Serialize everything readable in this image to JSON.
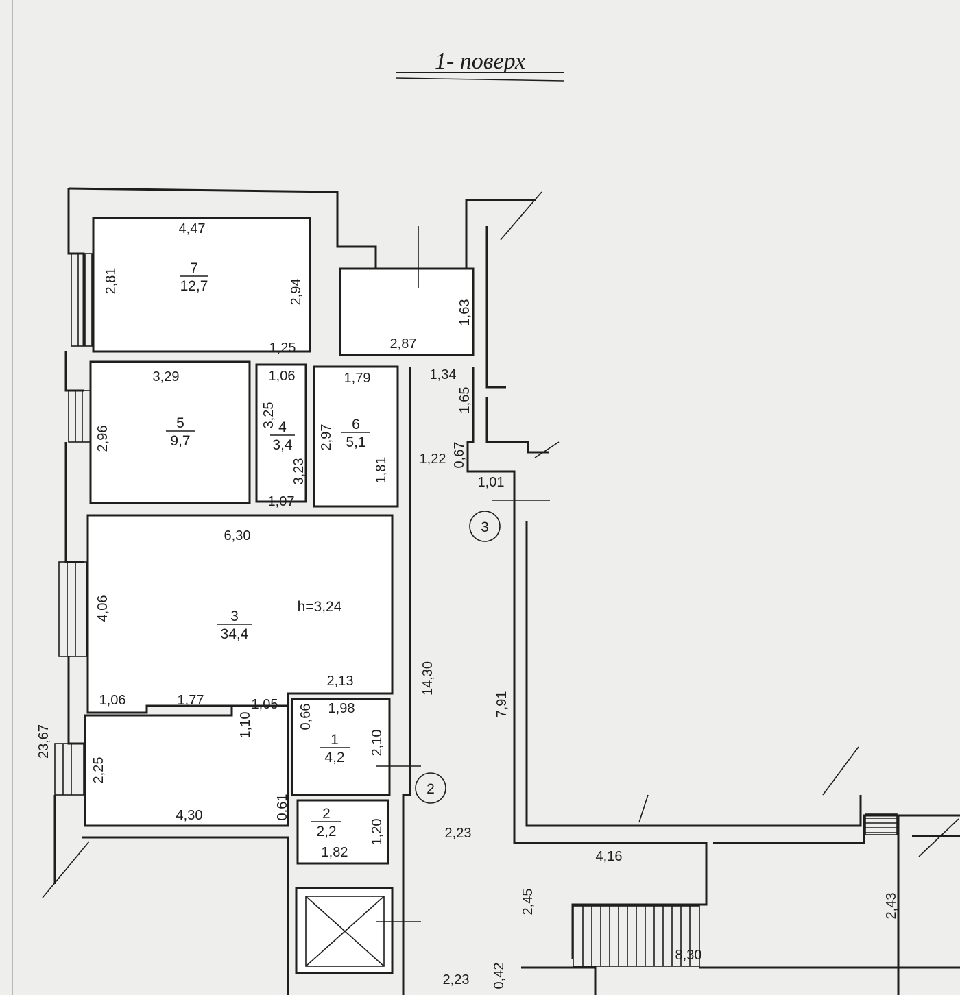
{
  "title": "1- поверх",
  "height_note": "h=3,24",
  "rooms": [
    {
      "id": "room-7",
      "number": "7",
      "area": "12,7"
    },
    {
      "id": "room-5",
      "number": "5",
      "area": "9,7"
    },
    {
      "id": "room-4",
      "number": "4",
      "area": "3,4"
    },
    {
      "id": "room-6",
      "number": "6",
      "area": "5,1"
    },
    {
      "id": "room-3",
      "number": "3",
      "area": "34,4"
    },
    {
      "id": "room-1",
      "number": "1",
      "area": "4,2"
    },
    {
      "id": "room-2",
      "number": "2",
      "area": "2,2"
    }
  ],
  "markers": [
    "3",
    "2"
  ],
  "dimensions": [
    "4,47",
    "2,81",
    "2,94",
    "1,25",
    "2,87",
    "1,63",
    "3,29",
    "1,06",
    "1,79",
    "1,34",
    "1,65",
    "2,96",
    "3,25",
    "2,97",
    "1,81",
    "1,22",
    "0,67",
    "3,23",
    "1,01",
    "1,07",
    "6,30",
    "4,06",
    "14,30",
    "7,91",
    "2,13",
    "1,06",
    "1,77",
    "1,05",
    "1,10",
    "0,66",
    "1,98",
    "2,10",
    "23,67",
    "2,25",
    "4,30",
    "0,61",
    "1,20",
    "2,23",
    "1,82",
    "4,16",
    "2,45",
    "2,43",
    "8,30",
    "2,23",
    "0,42"
  ],
  "colors": {
    "paper": "#eeeeec",
    "ink": "#1e1e1e",
    "room_fill": "#ffffff"
  }
}
